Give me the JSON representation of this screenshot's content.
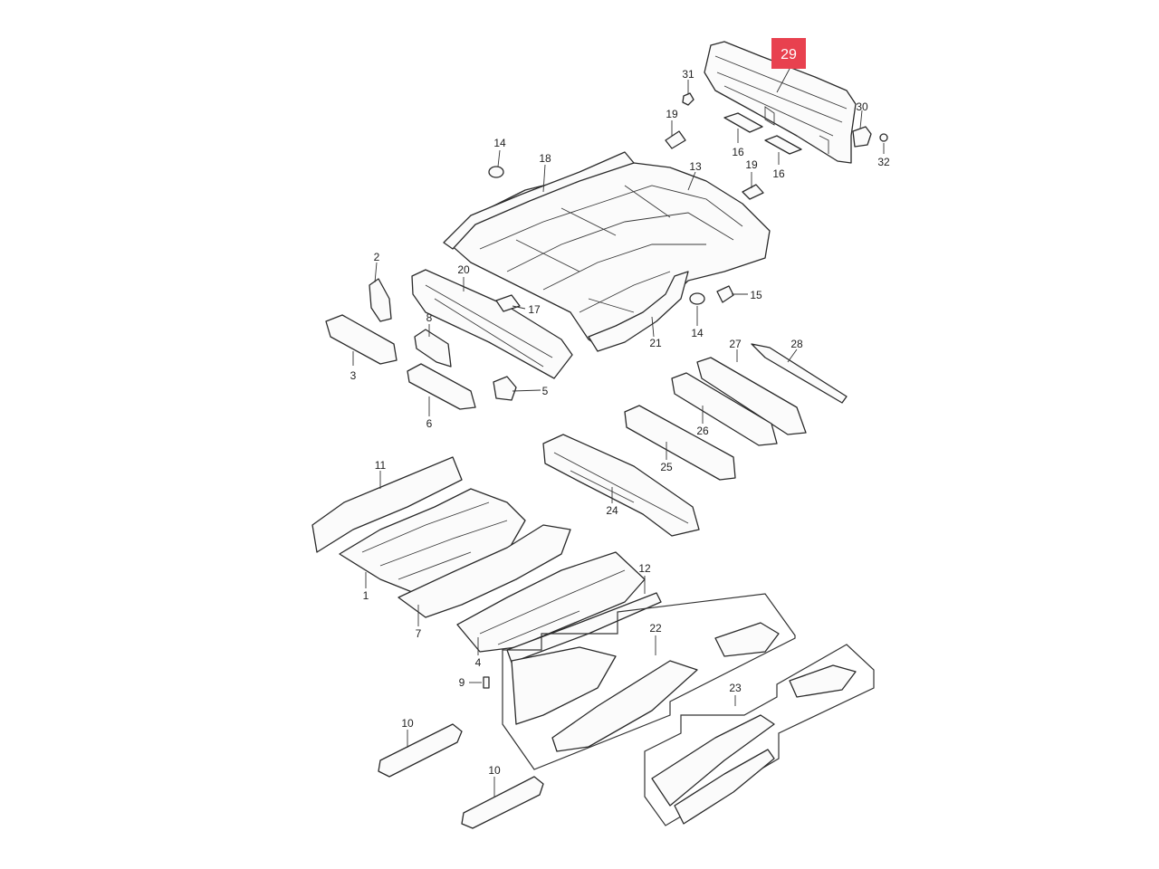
{
  "highlight": {
    "number": "29",
    "color": "#e8414f"
  },
  "callouts": {
    "c1": "1",
    "c2": "2",
    "c3": "3",
    "c4": "4",
    "c5": "5",
    "c6": "6",
    "c7": "7",
    "c8": "8",
    "c9": "9",
    "c10a": "10",
    "c10b": "10",
    "c11": "11",
    "c12": "12",
    "c13": "13",
    "c14a": "14",
    "c14b": "14",
    "c15": "15",
    "c16a": "16",
    "c16b": "16",
    "c17": "17",
    "c18": "18",
    "c19a": "19",
    "c19b": "19",
    "c20": "20",
    "c21": "21",
    "c22": "22",
    "c23": "23",
    "c24": "24",
    "c25": "25",
    "c26": "26",
    "c27": "27",
    "c28": "28",
    "c30": "30",
    "c31": "31",
    "c32": "32"
  }
}
